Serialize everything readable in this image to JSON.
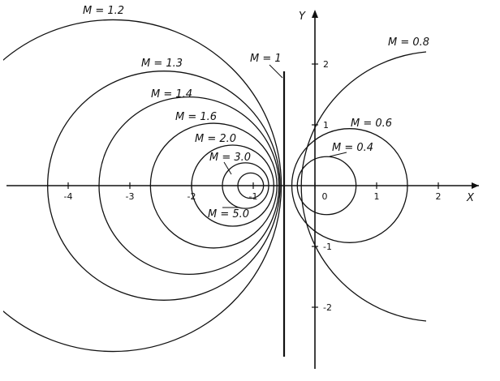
{
  "axes": {
    "x_name": "X",
    "y_name": "Y",
    "x_ticks": [
      {
        "value": -4,
        "label": "-4"
      },
      {
        "value": -3,
        "label": "-3"
      },
      {
        "value": -2,
        "label": "-2"
      },
      {
        "value": -1,
        "label": "-1"
      },
      {
        "value": 0,
        "label": "0"
      },
      {
        "value": 1,
        "label": "1"
      },
      {
        "value": 2,
        "label": "2"
      }
    ],
    "y_ticks": [
      {
        "value": 2,
        "label": "2"
      },
      {
        "value": 1,
        "label": "1"
      },
      {
        "value": -1,
        "label": "-1"
      },
      {
        "value": -2,
        "label": "-2"
      }
    ]
  },
  "circles": [
    {
      "m": 5.0,
      "label": "M = 5.0",
      "side": "left"
    },
    {
      "m": 3.0,
      "label": "M = 3.0",
      "side": "left"
    },
    {
      "m": 2.0,
      "label": "M = 2.0",
      "side": "left"
    },
    {
      "m": 1.6,
      "label": "M = 1.6",
      "side": "left"
    },
    {
      "m": 1.4,
      "label": "M = 1.4",
      "side": "left"
    },
    {
      "m": 1.3,
      "label": "M = 1.3",
      "side": "left"
    },
    {
      "m": 1.2,
      "label": "M = 1.2",
      "side": "left"
    },
    {
      "m": 0.4,
      "label": "M = 0.4",
      "side": "right"
    },
    {
      "m": 0.6,
      "label": "M = 0.6",
      "side": "right"
    },
    {
      "m": 0.8,
      "label": "M = 0.8",
      "side": "right"
    }
  ],
  "m1_line": {
    "m": 1,
    "label": "M = 1",
    "x": -0.5
  },
  "line_color": "#111111",
  "background": "#ffffff"
}
